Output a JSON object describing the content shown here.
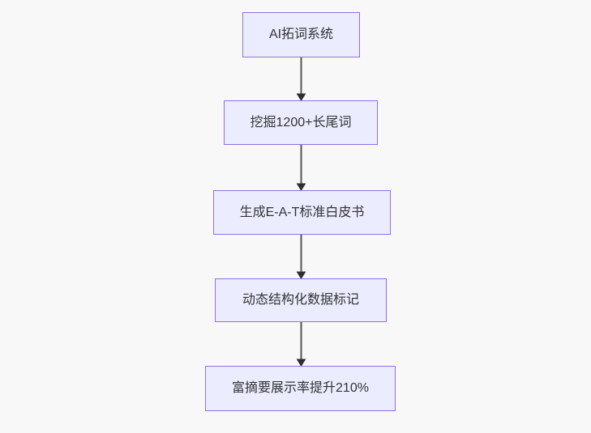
{
  "flowchart": {
    "type": "vertical-flowchart",
    "nodes": [
      {
        "id": "A",
        "label": "AI拓词系统"
      },
      {
        "id": "B",
        "label": "挖掘1200+长尾词"
      },
      {
        "id": "C",
        "label": "生成E-A-T标准白皮书"
      },
      {
        "id": "D",
        "label": "动态结构化数据标记"
      },
      {
        "id": "E",
        "label": "富摘要展示率提升210%"
      }
    ],
    "edges": [
      {
        "from": "AI拓词系统",
        "to": "挖掘1200+长尾词"
      },
      {
        "from": "挖掘1200+长尾词",
        "to": "生成E-A-T标准白皮书"
      },
      {
        "from": "生成E-A-T标准白皮书",
        "to": "动态结构化数据标记"
      },
      {
        "from": "动态结构化数据标记",
        "to": "富摘要展示率提升210%"
      }
    ],
    "colors": {
      "node_fill": "#ECECFF",
      "node_border": "#9370DB",
      "edge_line": "#555555",
      "arrowhead": "#2e2e2e",
      "text": "#333333",
      "background": "#f8f8f8"
    }
  }
}
